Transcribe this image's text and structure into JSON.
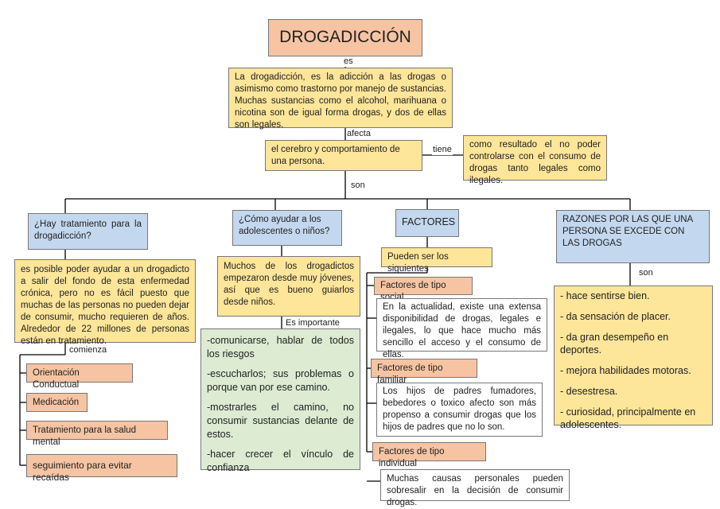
{
  "title": "DROGADICCIÓN",
  "links": {
    "es": "es",
    "afecta": "afecta",
    "tiene": "tiene",
    "son_main": "son",
    "comienza": "comienza",
    "es_importante": "Es importante",
    "son_razones": "son"
  },
  "definition": "La drogadicción, es la adicción a las drogas o asimismo como trastorno por manejo de sustancias. Muchas sustancias como el alcohol, marihuana o nicotina son de igual forma drogas, y dos de ellas son legales.",
  "affects": "el cerebro y comportamiento de una persona.",
  "result": "como resultado el no poder controlarse con el consumo de drogas tanto legales como ilegales.",
  "treatment": {
    "question": "¿Hay tratamiento para la drogadicción?",
    "answer": "es posible poder ayudar a un drogadicto a salir del fondo de esta enfermedad crónica, pero no es fácil puesto que muchas de las personas no pueden dejar de consumir, mucho requieren de años. Alrededor de 22 millones de personas están en tratamiento.",
    "steps": [
      "Orientación Conductual",
      "Medicación",
      "Tratamiento para la salud mental",
      "seguimiento para evitar recaídas"
    ]
  },
  "help": {
    "question": "¿Cómo ayudar a los adolescentes o niños?",
    "answer": "Muchos de los drogadictos empezaron desde muy jóvenes, así que es bueno guiarlos desde niños.",
    "tips": [
      "-comunicarse, hablar de todos los riesgos",
      "-escucharlos; sus problemas o porque van por ese camino.",
      "-mostrarles el camino, no consumir sustancias delante de estos.",
      "-hacer crecer el vínculo de confianza"
    ]
  },
  "factors": {
    "title": "FACTORES",
    "intro": "Pueden ser los siguientes",
    "items": [
      {
        "name": "Factores de tipo social",
        "text": "En la actualidad, existe una extensa disponibilidad de drogas, legales e ilegales, lo que hace mucho más sencillo el acceso y el consumo de ellas."
      },
      {
        "name": "Factores de tipo familiar",
        "text": "Los hijos de padres fumadores, bebedores o toxico afecto son más propenso a consumir drogas que los hijos de padres que no lo son."
      },
      {
        "name": "Factores de tipo individual",
        "text": "Muchas causas personales pueden sobresalir en la decisión de consumir drogas."
      }
    ]
  },
  "reasons": {
    "title": "RAZONES POR LAS QUE UNA PERSONA SE EXCEDE CON LAS DROGAS",
    "items": [
      "- hace sentirse bien.",
      "- da sensación de placer.",
      "- da gran desempeño en deportes.",
      "- mejora habilidades motoras.",
      "- desestresa.",
      "- curiosidad, principalmente en adolescentes."
    ]
  }
}
